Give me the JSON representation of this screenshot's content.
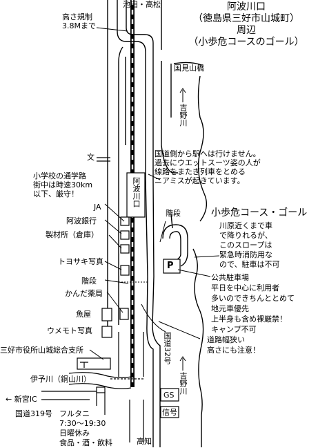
{
  "title": [
    "阿波川口",
    "（徳島県三好市山城町）",
    "周辺",
    "（小歩危コースのゴール）"
  ],
  "directions": {
    "north": "池田・高松",
    "south": "高知",
    "west": "← 新宮IC",
    "river_label": "吉野川"
  },
  "height_limit": [
    "高さ規制",
    "3.8Mまで"
  ],
  "bridge": "国見山橋",
  "station": "阿波川口",
  "symbols": {
    "school": "文",
    "parking": "P",
    "gas": "GS",
    "signal": "信号"
  },
  "roads": {
    "route32": "国道32号",
    "route319": "国道319号"
  },
  "shops": [
    "JA",
    "阿波銀行",
    "製材所（倉庫）",
    "トヨサキ写真",
    "階段",
    "かんだ薬局",
    "魚屋",
    "ウメモト写真"
  ],
  "office": "三好市役所山城総合支所",
  "river2": "伊予川（銅山川）",
  "stairs_right": "階段",
  "school_route_note": [
    "小学校の通学路",
    "街中は時速30km",
    "以下、厳守！"
  ],
  "warning_note": [
    "国道側から駅へは行けません。",
    "過去にウエットスーツ姿の人が",
    "線路をまたぎ列車をとめる",
    "ニアミスが起きています。"
  ],
  "goal_title": "小歩危コース・ゴール",
  "slope_note": [
    "川原近くまで車",
    "で降りれるが、",
    "このスロープは",
    "緊急時消防用な",
    "ので、駐車は不可"
  ],
  "parking_note": [
    "公共駐車場",
    "平日を中心に利用者",
    "多いのできちんととめて",
    "地元車優先",
    "上半身も含め裸厳禁！",
    "キャンプ不可"
  ],
  "road_note": [
    "道路幅狭い",
    "高さにも注意！"
  ],
  "furutani": [
    "フルタニ",
    "7:30～19:30",
    "日曜休み",
    "食品・酒・飲料"
  ]
}
